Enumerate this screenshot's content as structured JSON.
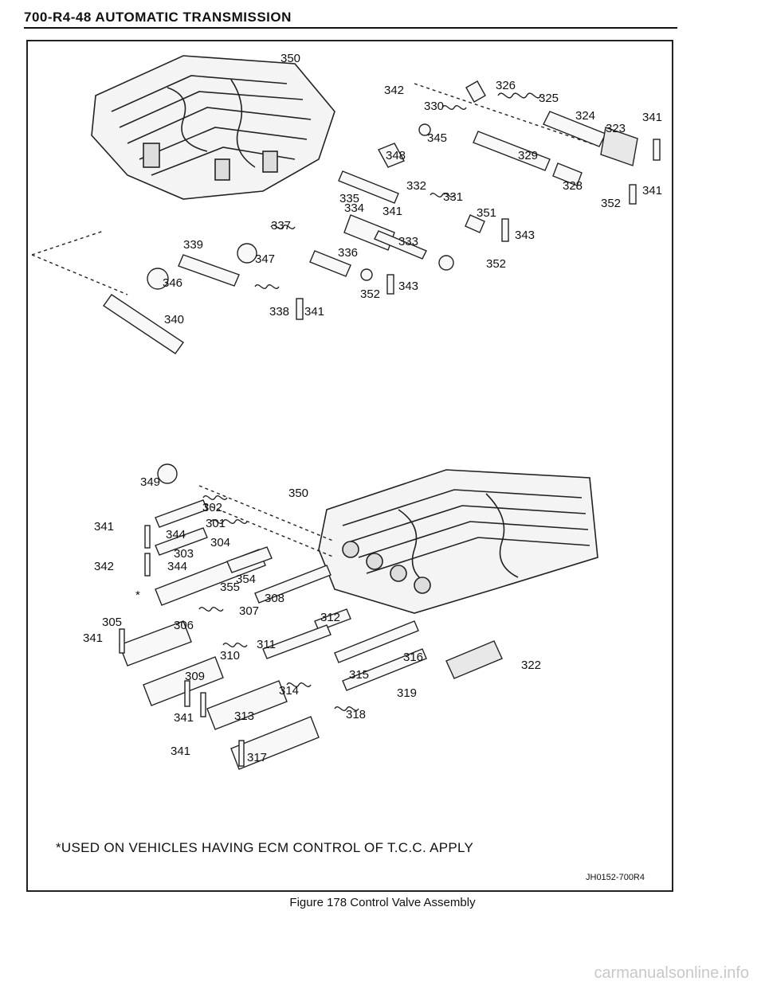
{
  "header": {
    "title": "700-R4-48 AUTOMATIC TRANSMISSION"
  },
  "diagram": {
    "labels_upper": [
      "350",
      "342",
      "326",
      "325",
      "330",
      "324",
      "341",
      "323",
      "345",
      "348",
      "329",
      "332",
      "328",
      "341",
      "352",
      "335",
      "334",
      "341",
      "331",
      "351",
      "337",
      "343",
      "339",
      "333",
      "336",
      "347",
      "352",
      "346",
      "352",
      "343",
      "340",
      "338",
      "341"
    ],
    "labels_lower": [
      "349",
      "302",
      "350",
      "341",
      "301",
      "344",
      "304",
      "342",
      "303",
      "344",
      "354",
      "355",
      "308",
      "307",
      "312",
      "305",
      "306",
      "341",
      "311",
      "310",
      "316",
      "322",
      "309",
      "315",
      "314",
      "319",
      "341",
      "313",
      "318",
      "341",
      "317"
    ],
    "asterisk": "*"
  },
  "footnote": "*USED ON VEHICLES HAVING ECM CONTROL OF T.C.C. APPLY",
  "figure_code": "JH0152-700R4",
  "caption": "Figure 178 Control Valve Assembly",
  "watermark": "carmanualsonline.info"
}
